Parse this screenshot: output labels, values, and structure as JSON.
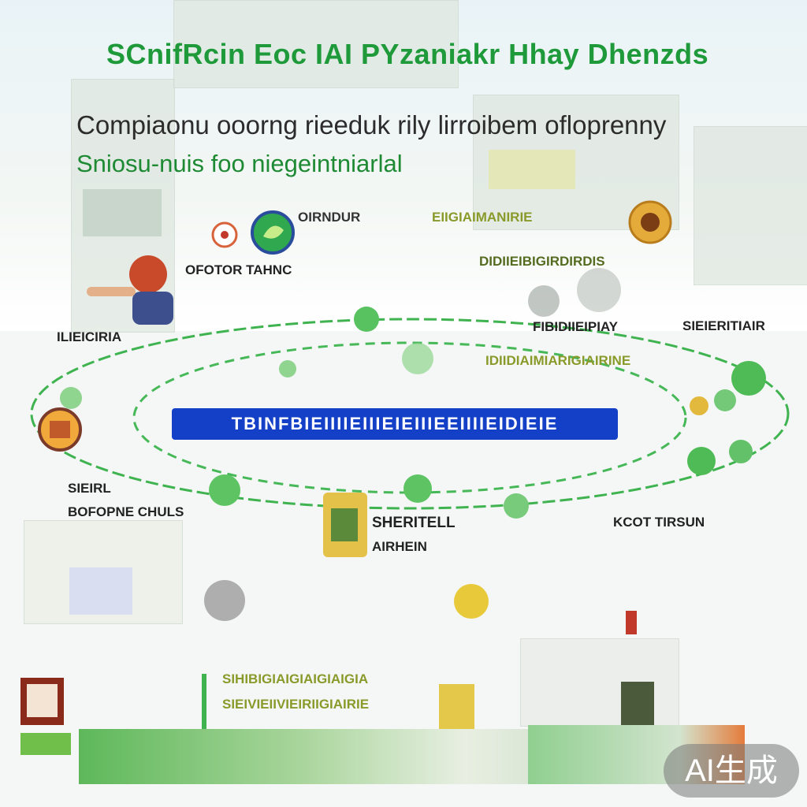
{
  "header": {
    "title": "SCnifRcin Eoc IAI PYzaniakr Hhay Dhenzds",
    "subtitle_line1": "Compiaonu ooorng rieeduk rily lirroibem ofloprenny",
    "subtitle_line2": "Sniosu-nuis foo niegeintniarlal"
  },
  "labels": {
    "top_left_node": "OFOTOR TAHNC",
    "top_center": "OIRNDUR",
    "top_center_green": "EIIGIAIMANIRIE",
    "top_right_heading": "DIDIIEIBIGIRDIRDIS",
    "mid_center": "FIBIDIIEIPIAY",
    "mid_center_green": "IDIIDIAIMIARIGIAIRINE",
    "mid_right": "SIEIERITIAIR",
    "left_mid": "ILIEICIRIA",
    "bottom_left_a": "SIEIRL",
    "bottom_left_b": "BOFOPNE CHULS",
    "bottom_center_a": "SHERITELL",
    "bottom_center_b": "AIRHEIN",
    "bottom_right": "KCOT TIRSUN",
    "bottom_strip_a": "SIHIBIGIAIGIAIGIAIGIA",
    "bottom_strip_b": "SIEIVIEIIVIEIRIIGIAIRIE"
  },
  "banner": {
    "text": "TBINFBIEIIIIEIIIEIEIIIEEIIIIEIDIEIE"
  },
  "badge": {
    "text": "AI生成"
  },
  "colors": {
    "title_green": "#1f9a3a",
    "banner_blue": "#1440c8",
    "orbit_green": "#3fb34f"
  }
}
